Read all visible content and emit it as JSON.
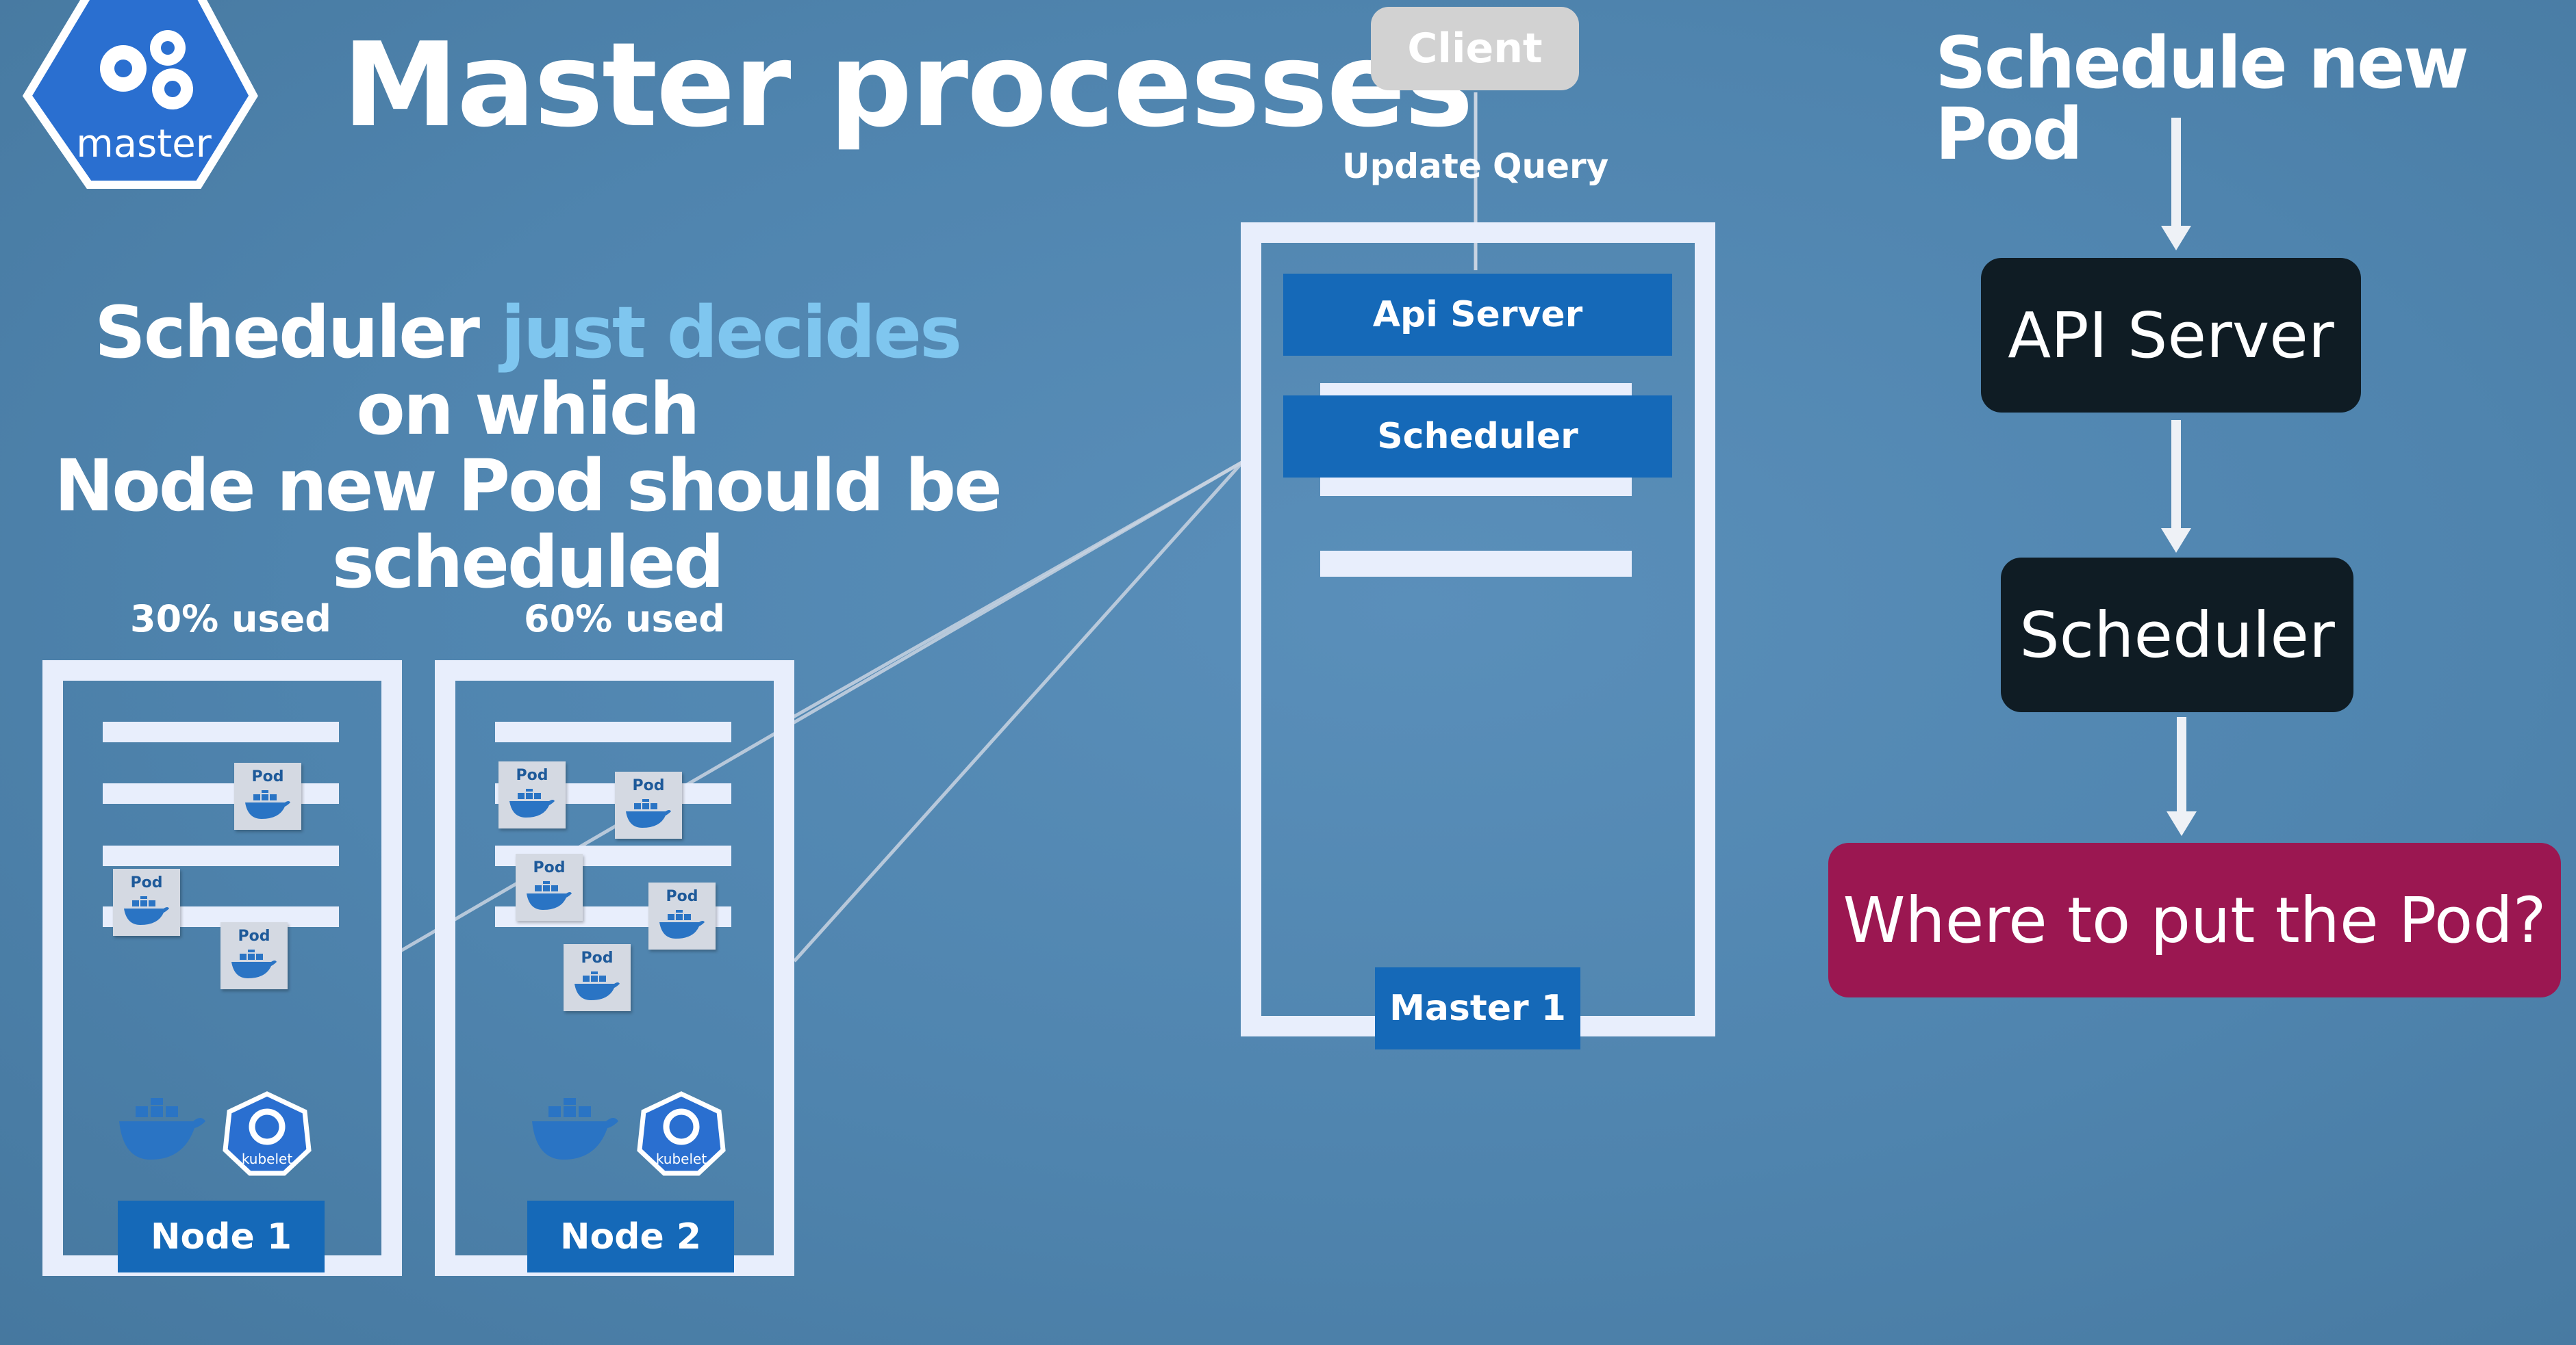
{
  "badge": {
    "label": "master"
  },
  "title": "Master processes",
  "statement": {
    "part1": "Scheduler ",
    "highlight": "just decides",
    "part2": " on which",
    "line2": "Node new Pod should be scheduled"
  },
  "nodes": [
    {
      "usage": "30% used",
      "label": "Node 1",
      "kubelet": "kubelet"
    },
    {
      "usage": "60% used",
      "label": "Node 2",
      "kubelet": "kubelet"
    }
  ],
  "pod_label": "Pod",
  "client": {
    "label": "Client",
    "update": "Update",
    "query": "Query"
  },
  "master": {
    "api_server": "Api Server",
    "scheduler": "Scheduler",
    "label": "Master 1"
  },
  "flow": {
    "title": "Schedule new Pod",
    "steps": [
      "API Server",
      "Scheduler"
    ],
    "question": "Where to put the Pod?"
  },
  "colors": {
    "background": "#4f84ae",
    "component_blue": "#1569b8",
    "frame": "#e8eefc",
    "dark_box": "#0f1c24",
    "question_box": "#9b1751",
    "highlight": "#7fc6ef"
  }
}
